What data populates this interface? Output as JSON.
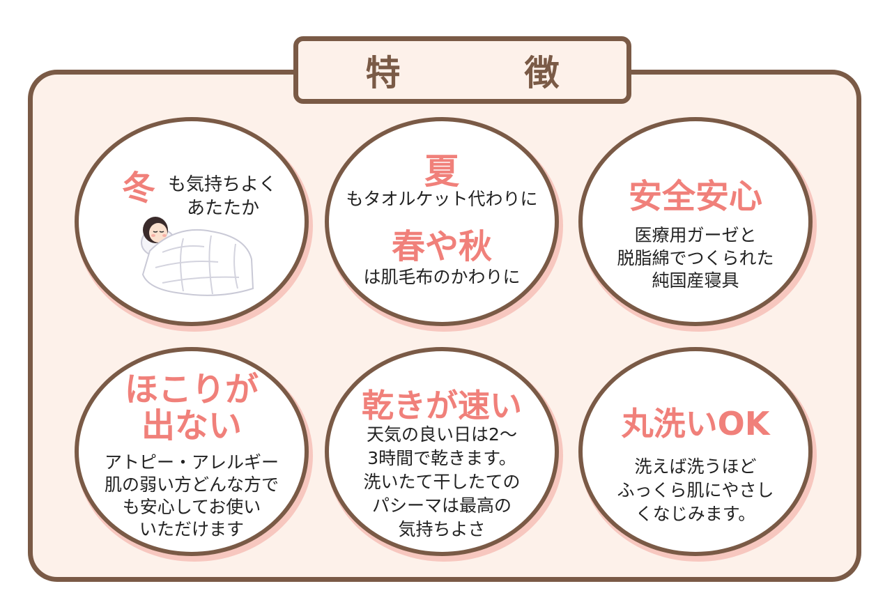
{
  "title": "特　徴",
  "features": [
    {
      "highlight": "冬",
      "text": [
        "も気持ちよく",
        "あたたか"
      ],
      "illustration": "sleeping-person-under-futon"
    },
    {
      "highlight1": "夏",
      "text1": "もタオルケット代わりに",
      "highlight2": "春や秋",
      "text2": "は肌毛布のかわりに"
    },
    {
      "highlight": "安全安心",
      "text": [
        "医療用ガーゼと",
        "脱脂綿でつくられた",
        "純国産寝具"
      ]
    },
    {
      "highlight": [
        "ほこりが",
        "出ない"
      ],
      "text": [
        "アトピー・アレルギー",
        "肌の弱い方どんな方で",
        "も安心してお使い",
        "いただけます"
      ]
    },
    {
      "highlight": "乾きが速い",
      "text": [
        "天気の良い日は2～",
        "3時間で乾きます。",
        "洗いたて干したての",
        "パシーマは最高の",
        "気持ちよさ"
      ]
    },
    {
      "highlight": "丸洗いOK",
      "text": [
        "洗えば洗うほど",
        "ふっくら肌にやさし",
        "くなじみます。"
      ]
    }
  ],
  "colors": {
    "border": "#7a5a46",
    "panel_bg": "#fdf1ea",
    "highlight": "#f0807a",
    "shadow": "#f7c7bf"
  }
}
